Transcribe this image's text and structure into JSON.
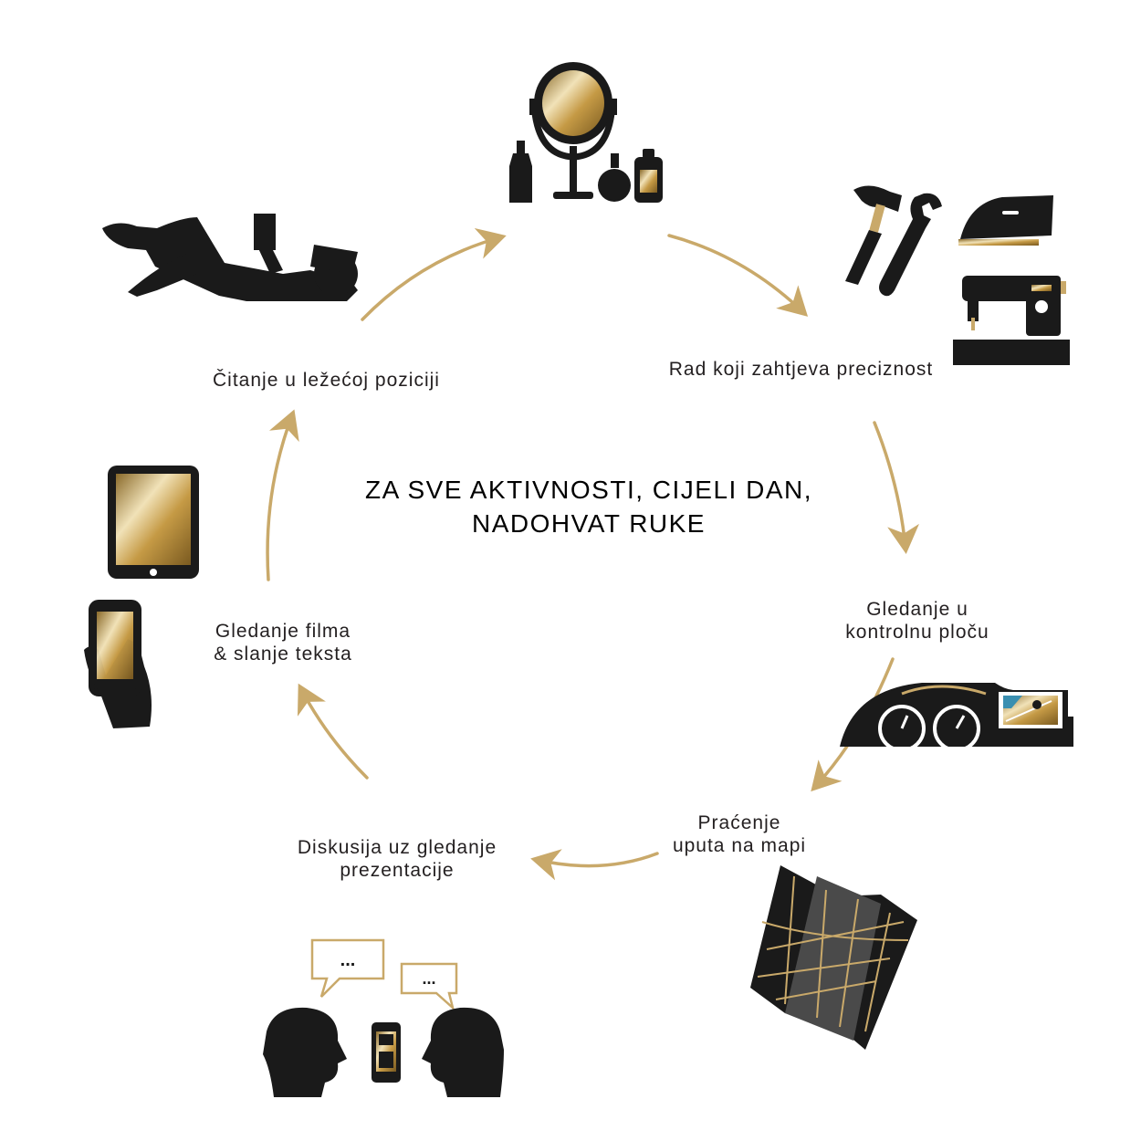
{
  "center_title": [
    "ZA SVE AKTIVNOSTI, CIJELI DAN,",
    "NADOHVAT RUKE"
  ],
  "activities": [
    {
      "lines": [
        "Rad koji zahtjeva preciznost"
      ],
      "icon": "tools-iron-sewing-machine-icon"
    },
    {
      "lines": [
        "Gledanje u",
        "kontrolnu ploču"
      ],
      "icon": "car-dashboard-icon"
    },
    {
      "lines": [
        "Praćenje",
        "uputa na mapi"
      ],
      "icon": "folded-map-icon"
    },
    {
      "lines": [
        "Diskusija uz gledanje",
        "prezentacije"
      ],
      "icon": "two-people-talking-icon"
    },
    {
      "lines": [
        "Gledanje filma",
        "& slanje teksta"
      ],
      "icon": "tablet-and-phone-icon"
    },
    {
      "lines": [
        "Čitanje u ležećoj poziciji"
      ],
      "icon": "person-reading-lying-icon"
    }
  ],
  "top_icon": "mirror-and-cosmetics-icon",
  "colors": {
    "gold": "#c9a96a",
    "black": "#1a1a1a",
    "text": "#231f20"
  }
}
